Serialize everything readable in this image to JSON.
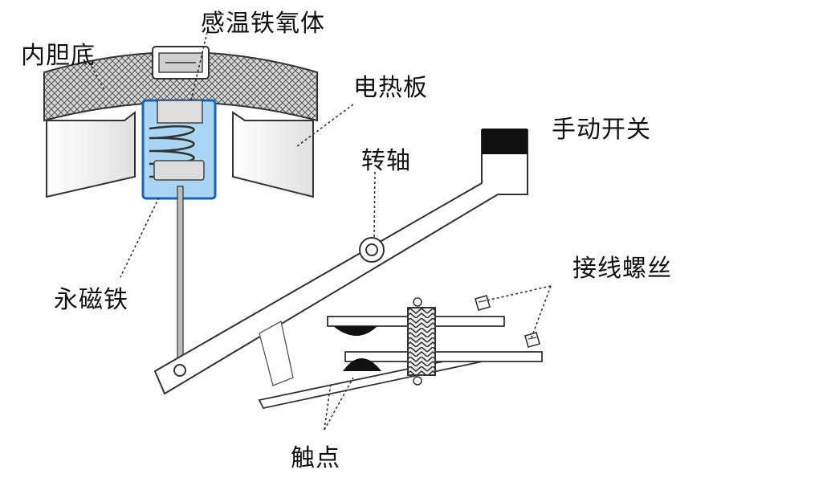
{
  "labels": {
    "sensor": "感温铁氧体",
    "inner_bottom": "内胆底",
    "heating_plate": "电热板",
    "manual_switch": "手动开关",
    "pivot": "转轴",
    "magnet": "永磁铁",
    "terminal_screws": "接线螺丝",
    "contacts": "触点"
  },
  "colors": {
    "outline": "#333333",
    "pot_fill": "#cfcfcf",
    "plate_fill": "#f0f0f0",
    "sensor_housing": "#a9d6f2",
    "housing_outline": "#1a63b0",
    "switch_top": "#111111",
    "contact": "#111111"
  }
}
